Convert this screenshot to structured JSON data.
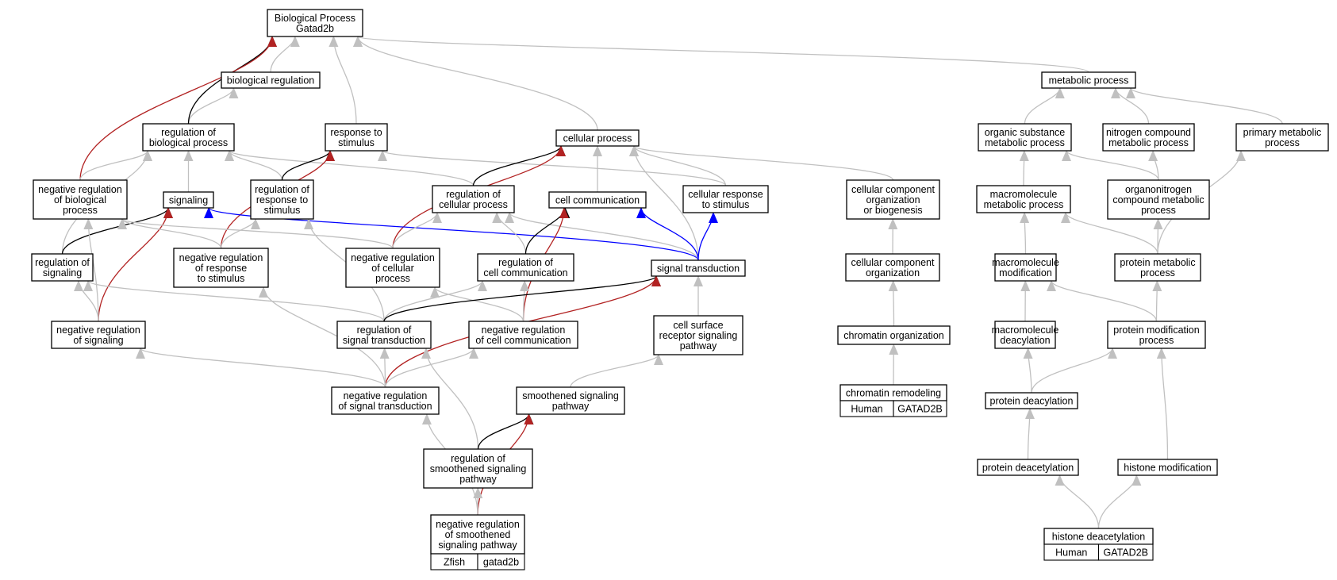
{
  "colors": {
    "gray": "#c0c0c0",
    "black": "#000000",
    "red": "#b22222",
    "blue": "#0000ff",
    "human": "#f05a46",
    "zfish": "#6495ed"
  },
  "nodes": {
    "bp": {
      "lines": [
        "Biological Process",
        "Gatad2b"
      ]
    },
    "breg": {
      "lines": [
        "biological regulation"
      ]
    },
    "mp": {
      "lines": [
        "metabolic process"
      ]
    },
    "rbp": {
      "lines": [
        "regulation of",
        "biological process"
      ]
    },
    "rts": {
      "lines": [
        "response to",
        "stimulus"
      ]
    },
    "cp": {
      "lines": [
        "cellular process"
      ]
    },
    "osmp": {
      "lines": [
        "organic substance",
        "metabolic process"
      ]
    },
    "ncmp": {
      "lines": [
        "nitrogen compound",
        "metabolic process"
      ]
    },
    "pmp": {
      "lines": [
        "primary metabolic",
        "process"
      ]
    },
    "nrbp": {
      "lines": [
        "negative regulation",
        "of biological",
        "process"
      ]
    },
    "sig": {
      "lines": [
        "signaling"
      ]
    },
    "rrs": {
      "lines": [
        "regulation of",
        "response to",
        "stimulus"
      ]
    },
    "rcp": {
      "lines": [
        "regulation of",
        "cellular process"
      ]
    },
    "cc": {
      "lines": [
        "cell communication"
      ]
    },
    "crs": {
      "lines": [
        "cellular response",
        "to stimulus"
      ]
    },
    "ccob": {
      "lines": [
        "cellular component",
        "organization",
        "or biogenesis"
      ]
    },
    "mmp": {
      "lines": [
        "macromolecule",
        "metabolic process"
      ]
    },
    "ocmp": {
      "lines": [
        "organonitrogen",
        "compound metabolic",
        "process"
      ]
    },
    "rsig": {
      "lines": [
        "regulation of",
        "signaling"
      ]
    },
    "nrrs": {
      "lines": [
        "negative regulation",
        "of response",
        "to stimulus"
      ]
    },
    "nrcp": {
      "lines": [
        "negative regulation",
        "of cellular",
        "process"
      ]
    },
    "rcc": {
      "lines": [
        "regulation of",
        "cell communication"
      ]
    },
    "st": {
      "lines": [
        "signal transduction"
      ]
    },
    "cco": {
      "lines": [
        "cellular component",
        "organization"
      ]
    },
    "mm": {
      "lines": [
        "macromolecule",
        "modification"
      ]
    },
    "prmp": {
      "lines": [
        "protein metabolic",
        "process"
      ]
    },
    "nrsg": {
      "lines": [
        "negative regulation",
        "of signaling"
      ]
    },
    "rst": {
      "lines": [
        "regulation of",
        "signal transduction"
      ]
    },
    "nrcc": {
      "lines": [
        "negative regulation",
        "of cell communication"
      ]
    },
    "csrs": {
      "lines": [
        "cell surface",
        "receptor signaling",
        "pathway"
      ]
    },
    "chro": {
      "lines": [
        "chromatin organization"
      ]
    },
    "mdac": {
      "lines": [
        "macromolecule",
        "deacylation"
      ]
    },
    "pmop": {
      "lines": [
        "protein modification",
        "process"
      ]
    },
    "nrst": {
      "lines": [
        "negative regulation",
        "of signal transduction"
      ]
    },
    "shh": {
      "lines": [
        "smoothened signaling",
        "pathway"
      ]
    },
    "chrm": {
      "lines": [
        "chromatin remodeling"
      ]
    },
    "pdac": {
      "lines": [
        "protein deacylation"
      ]
    },
    "rshh": {
      "lines": [
        "regulation of",
        "smoothened signaling",
        "pathway"
      ]
    },
    "pdea": {
      "lines": [
        "protein deacetylation"
      ]
    },
    "hmod": {
      "lines": [
        "histone modification"
      ]
    },
    "nrsh": {
      "lines": [
        "negative regulation",
        "of smoothened",
        "signaling pathway"
      ]
    },
    "hdea": {
      "lines": [
        "histone deacetylation"
      ]
    }
  },
  "annotations": {
    "chrm": {
      "species": "Human",
      "gene": "GATAD2B"
    },
    "nrsh": {
      "species": "Zfish",
      "gene": "gatad2b"
    },
    "hdea": {
      "species": "Human",
      "gene": "GATAD2B"
    }
  },
  "edges": [
    {
      "from": "breg",
      "to": "bp",
      "color": "gray"
    },
    {
      "from": "rbp",
      "to": "breg",
      "color": "gray"
    },
    {
      "from": "rbp",
      "to": "bp",
      "color": "black"
    },
    {
      "from": "nrbp",
      "to": "bp",
      "color": "red"
    },
    {
      "from": "rts",
      "to": "bp",
      "color": "gray"
    },
    {
      "from": "cp",
      "to": "bp",
      "color": "gray"
    },
    {
      "from": "mp",
      "to": "bp",
      "color": "gray"
    },
    {
      "from": "osmp",
      "to": "mp",
      "color": "gray"
    },
    {
      "from": "ncmp",
      "to": "mp",
      "color": "gray"
    },
    {
      "from": "pmp",
      "to": "mp",
      "color": "gray"
    },
    {
      "from": "nrbp",
      "to": "rbp",
      "color": "gray"
    },
    {
      "from": "sig",
      "to": "rbp",
      "color": "gray"
    },
    {
      "from": "rrs",
      "to": "rbp",
      "color": "gray"
    },
    {
      "from": "rcp",
      "to": "rbp",
      "color": "gray"
    },
    {
      "from": "rsig",
      "to": "rbp",
      "color": "gray"
    },
    {
      "from": "rrs",
      "to": "rts",
      "color": "black"
    },
    {
      "from": "nrrs",
      "to": "rts",
      "color": "red"
    },
    {
      "from": "crs",
      "to": "rts",
      "color": "gray"
    },
    {
      "from": "rcp",
      "to": "cp",
      "color": "black"
    },
    {
      "from": "nrcp",
      "to": "cp",
      "color": "red"
    },
    {
      "from": "cc",
      "to": "cp",
      "color": "gray"
    },
    {
      "from": "crs",
      "to": "cp",
      "color": "gray"
    },
    {
      "from": "ccob",
      "to": "cp",
      "color": "gray"
    },
    {
      "from": "st",
      "to": "cp",
      "color": "gray"
    },
    {
      "from": "mmp",
      "to": "osmp",
      "color": "gray"
    },
    {
      "from": "ocmp",
      "to": "osmp",
      "color": "gray"
    },
    {
      "from": "ocmp",
      "to": "ncmp",
      "color": "gray"
    },
    {
      "from": "prmp",
      "to": "pmp",
      "color": "gray"
    },
    {
      "from": "rsig",
      "to": "sig",
      "color": "black"
    },
    {
      "from": "nrsg",
      "to": "sig",
      "color": "red"
    },
    {
      "from": "st",
      "to": "sig",
      "color": "blue"
    },
    {
      "from": "nrrs",
      "to": "rrs",
      "color": "gray"
    },
    {
      "from": "rst",
      "to": "rrs",
      "color": "gray"
    },
    {
      "from": "nrcp",
      "to": "rcp",
      "color": "gray"
    },
    {
      "from": "rcc",
      "to": "rcp",
      "color": "gray"
    },
    {
      "from": "st",
      "to": "rcp",
      "color": "gray"
    },
    {
      "from": "rcc",
      "to": "cc",
      "color": "black"
    },
    {
      "from": "nrcc",
      "to": "cc",
      "color": "red"
    },
    {
      "from": "st",
      "to": "cc",
      "color": "blue"
    },
    {
      "from": "st",
      "to": "crs",
      "color": "blue"
    },
    {
      "from": "cco",
      "to": "ccob",
      "color": "gray"
    },
    {
      "from": "mm",
      "to": "mmp",
      "color": "gray"
    },
    {
      "from": "prmp",
      "to": "mmp",
      "color": "gray"
    },
    {
      "from": "prmp",
      "to": "ocmp",
      "color": "gray"
    },
    {
      "from": "nrsg",
      "to": "rsig",
      "color": "gray"
    },
    {
      "from": "rst",
      "to": "rsig",
      "color": "gray"
    },
    {
      "from": "nrrs",
      "to": "nrbp",
      "color": "gray"
    },
    {
      "from": "nrcp",
      "to": "nrbp",
      "color": "gray"
    },
    {
      "from": "nrsg",
      "to": "nrbp",
      "color": "gray"
    },
    {
      "from": "nrst",
      "to": "nrrs",
      "color": "gray"
    },
    {
      "from": "nrcc",
      "to": "nrcp",
      "color": "gray"
    },
    {
      "from": "rst",
      "to": "rcc",
      "color": "gray"
    },
    {
      "from": "nrcc",
      "to": "rcc",
      "color": "gray"
    },
    {
      "from": "rst",
      "to": "st",
      "color": "black"
    },
    {
      "from": "nrst",
      "to": "st",
      "color": "red"
    },
    {
      "from": "csrs",
      "to": "st",
      "color": "gray"
    },
    {
      "from": "chro",
      "to": "cco",
      "color": "gray"
    },
    {
      "from": "mdac",
      "to": "mm",
      "color": "gray"
    },
    {
      "from": "pmop",
      "to": "mm",
      "color": "gray"
    },
    {
      "from": "pmop",
      "to": "prmp",
      "color": "gray"
    },
    {
      "from": "nrst",
      "to": "nrsg",
      "color": "gray"
    },
    {
      "from": "nrst",
      "to": "rst",
      "color": "gray"
    },
    {
      "from": "rshh",
      "to": "rst",
      "color": "gray"
    },
    {
      "from": "nrst",
      "to": "nrcc",
      "color": "gray"
    },
    {
      "from": "shh",
      "to": "csrs",
      "color": "gray"
    },
    {
      "from": "chrm",
      "to": "chro",
      "color": "gray"
    },
    {
      "from": "pdac",
      "to": "mdac",
      "color": "gray"
    },
    {
      "from": "pdac",
      "to": "pmop",
      "color": "gray"
    },
    {
      "from": "hmod",
      "to": "pmop",
      "color": "gray"
    },
    {
      "from": "nrsh",
      "to": "nrst",
      "color": "gray"
    },
    {
      "from": "rshh",
      "to": "shh",
      "color": "black"
    },
    {
      "from": "nrsh",
      "to": "shh",
      "color": "red"
    },
    {
      "from": "pdea",
      "to": "pdac",
      "color": "gray"
    },
    {
      "from": "nrsh",
      "to": "rshh",
      "color": "gray"
    },
    {
      "from": "hdea",
      "to": "pdea",
      "color": "gray"
    },
    {
      "from": "hdea",
      "to": "hmod",
      "color": "gray"
    }
  ]
}
